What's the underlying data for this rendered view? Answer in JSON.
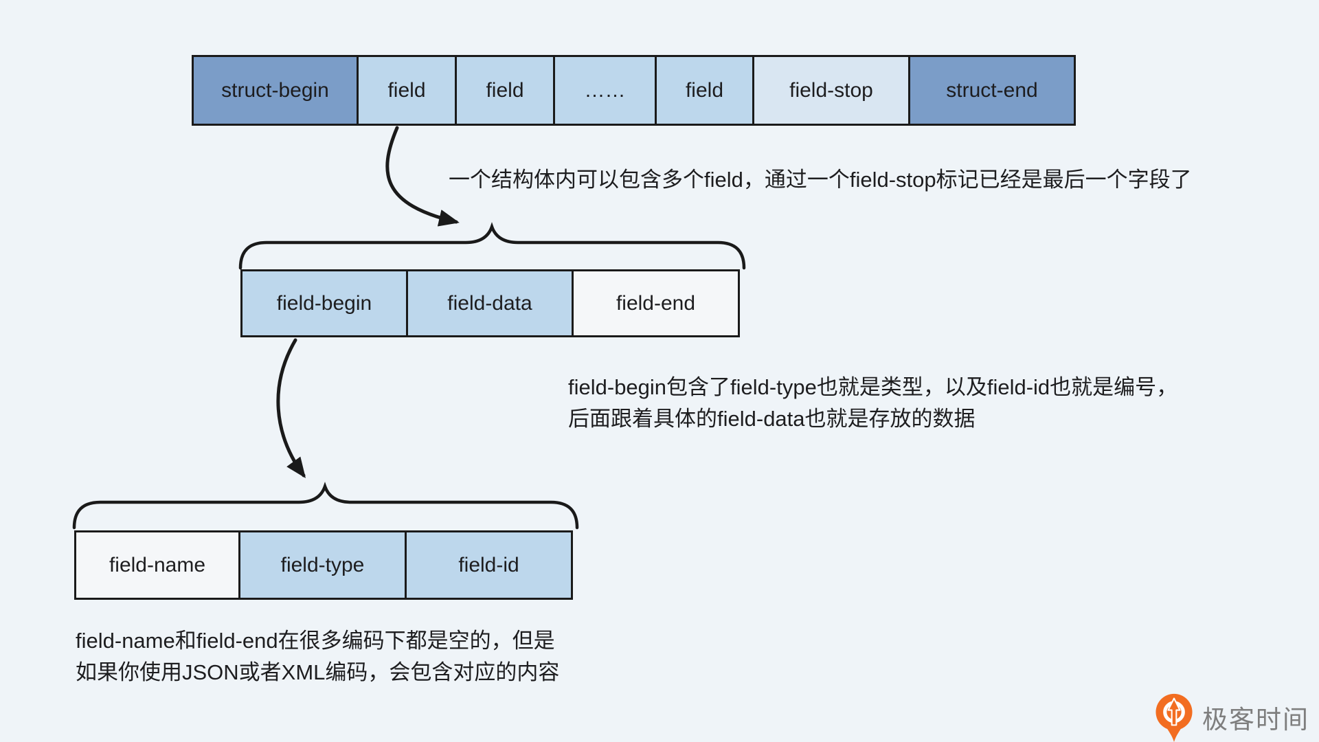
{
  "colors": {
    "dark_blue": "#7b9dc8",
    "light_blue": "#bdd7ec",
    "lighter_blue": "#d9e6f2",
    "white_box": "#f5f7f9",
    "background": "#eff4f8",
    "stroke": "#1a1a1a",
    "text_color": "#1d1d1f",
    "logo_orange": "#f26d21",
    "logo_text_color": "#7e7e7e"
  },
  "diagram": {
    "struct_row": {
      "cells": [
        {
          "label": "struct-begin",
          "tone": "dark"
        },
        {
          "label": "field",
          "tone": "light"
        },
        {
          "label": "field",
          "tone": "light"
        },
        {
          "label": "……",
          "tone": "light"
        },
        {
          "label": "field",
          "tone": "light"
        },
        {
          "label": "field-stop",
          "tone": "lighter"
        },
        {
          "label": "struct-end",
          "tone": "dark"
        }
      ]
    },
    "field_row": {
      "cells": [
        {
          "label": "field-begin",
          "tone": "light"
        },
        {
          "label": "field-data",
          "tone": "light"
        },
        {
          "label": "field-end",
          "tone": "white"
        }
      ]
    },
    "field_begin_row": {
      "cells": [
        {
          "label": "field-name",
          "tone": "white"
        },
        {
          "label": "field-type",
          "tone": "light"
        },
        {
          "label": "field-id",
          "tone": "light"
        }
      ]
    },
    "annotations": {
      "note1": "一个结构体内可以包含多个field，通过一个field-stop标记已经是最后一个字段了",
      "note2_line1": "field-begin包含了field-type也就是类型，以及field-id也就是编号，",
      "note2_line2": "后面跟着具体的field-data也就是存放的数据",
      "note3_line1": "field-name和field-end在很多编码下都是空的，但是",
      "note3_line2": "如果你使用JSON或者XML编码，会包含对应的内容"
    },
    "logo": {
      "text": "极客时间"
    }
  }
}
